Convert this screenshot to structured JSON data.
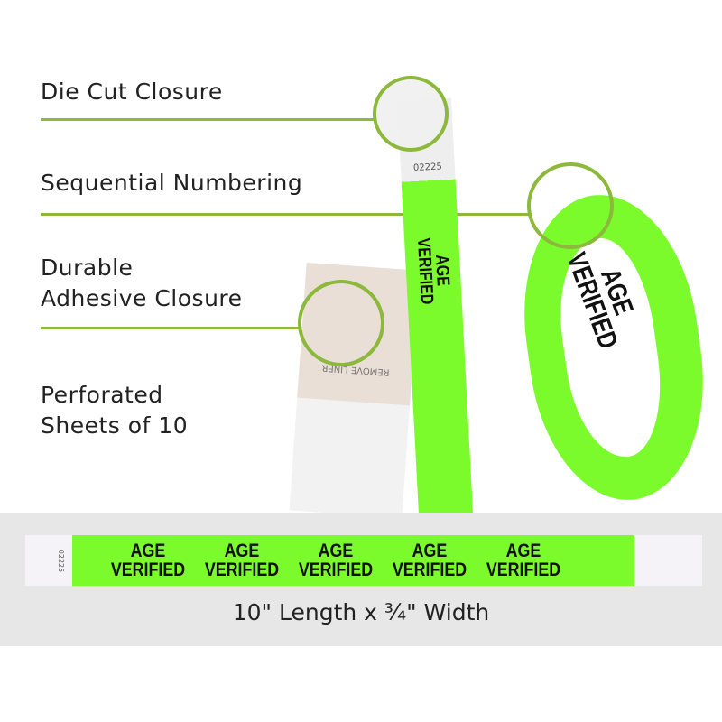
{
  "features": [
    {
      "label": "Die Cut Closure"
    },
    {
      "label": "Sequential Numbering"
    },
    {
      "label": "Durable Adhesive Closure",
      "lines": [
        "Durable",
        "Adhesive Closure"
      ]
    },
    {
      "label": "Perforated Sheets of 10",
      "lines": [
        "Perforated",
        "Sheets of 10"
      ]
    }
  ],
  "band_text": {
    "line1": "AGE",
    "line2": "VERIFIED"
  },
  "serial_number": "02225",
  "liner_text": "REMOVE LINER",
  "dimensions": "10\" Length x ¾\" Width",
  "colors": {
    "accent": "#8cb83c",
    "band": "#7cfb2c"
  }
}
